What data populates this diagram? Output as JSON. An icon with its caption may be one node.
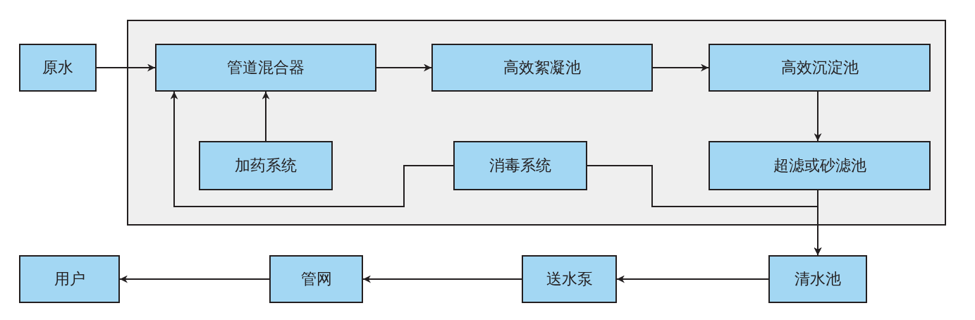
{
  "diagram": {
    "nodes": [
      {
        "text": [
          "原水"
        ]
      },
      {
        "text": [],
        "shape": "box"
      },
      {
        "text": [
          "管道混合器"
        ],
        "in": 1
      },
      {
        "text": [
          "高效絮凝池"
        ],
        "in": 1
      },
      {
        "text": [
          "高效沉淀池"
        ],
        "in": 1
      },
      {
        "text": [
          "加药系统"
        ],
        "in": 1
      },
      {
        "text": [
          "消毒系统"
        ],
        "in": 1
      },
      {
        "text": [
          "超滤或砂滤池"
        ],
        "in": 1
      },
      {
        "text": [
          "用户"
        ]
      },
      {
        "text": [
          "管网"
        ]
      },
      {
        "text": [
          "送水泵"
        ]
      },
      {
        "text": [
          "清水池"
        ]
      }
    ],
    "edges": [
      {
        "from": 0,
        "to": 2,
        "arrow": "to"
      },
      {
        "from": 2,
        "to": 3,
        "arrow": "to"
      },
      {
        "from": 3,
        "to": 4,
        "arrow": "to"
      },
      {
        "from": 4,
        "to": 7,
        "arrow": "to"
      },
      {
        "from": 5,
        "to": 2,
        "arrow": "to"
      },
      {
        "from": 6,
        "to": 2,
        "arrow": "to"
      },
      {
        "from": 6,
        "to": 11,
        "arrow": "to"
      },
      {
        "from": 7,
        "to": 11,
        "arrow": "to"
      },
      {
        "from": 11,
        "to": 10,
        "arrow": "to"
      },
      {
        "from": 10,
        "to": 9,
        "arrow": "to"
      },
      {
        "from": 9,
        "to": 8,
        "arrow": "to"
      }
    ]
  }
}
